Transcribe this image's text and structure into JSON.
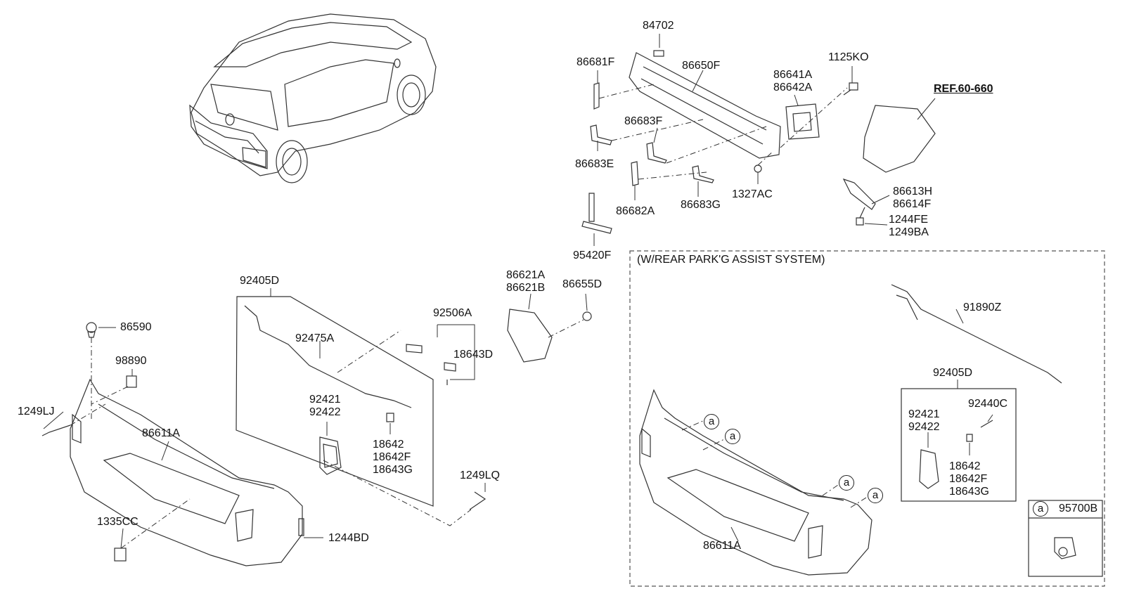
{
  "title": {
    "parking_assist": "(W/REAR PARK'G ASSIST SYSTEM)"
  },
  "reference": "REF.60-660",
  "labels": {
    "p84702": "84702",
    "p86681F": "86681F",
    "p86650F": "86650F",
    "p86641A": "86641A",
    "p86642A": "86642A",
    "p1125KO": "1125KO",
    "p86683F": "86683F",
    "p86683E": "86683E",
    "p86682A": "86682A",
    "p86683G": "86683G",
    "p1327AC": "1327AC",
    "p86613H": "86613H",
    "p86614F": "86614F",
    "p1244FE": "1244FE",
    "p1249BA": "1249BA",
    "p95420F": "95420F",
    "p92405D_left": "92405D",
    "p86621A": "86621A",
    "p86621B": "86621B",
    "p86655D": "86655D",
    "p92506A": "92506A",
    "p18643D": "18643D",
    "p92475A": "92475A",
    "p92421_left": "92421",
    "p92422_left": "92422",
    "p18642_left": "18642",
    "p18642F_left": "18642F",
    "p18643G_left": "18643G",
    "p86590": "86590",
    "p98890": "98890",
    "p1249LJ": "1249LJ",
    "p86611A_left": "86611A",
    "p1249LQ": "1249LQ",
    "p1335CC": "1335CC",
    "p1244BD": "1244BD",
    "p91890Z": "91890Z",
    "p92405D_right": "92405D",
    "p92421_right": "92421",
    "p92422_right": "92422",
    "p92440C": "92440C",
    "p18642_right": "18642",
    "p18642F_right": "18642F",
    "p18643G_right": "18643G",
    "p86611A_right": "86611A",
    "p95700B": "95700B"
  },
  "callouts": {
    "a": "a"
  }
}
